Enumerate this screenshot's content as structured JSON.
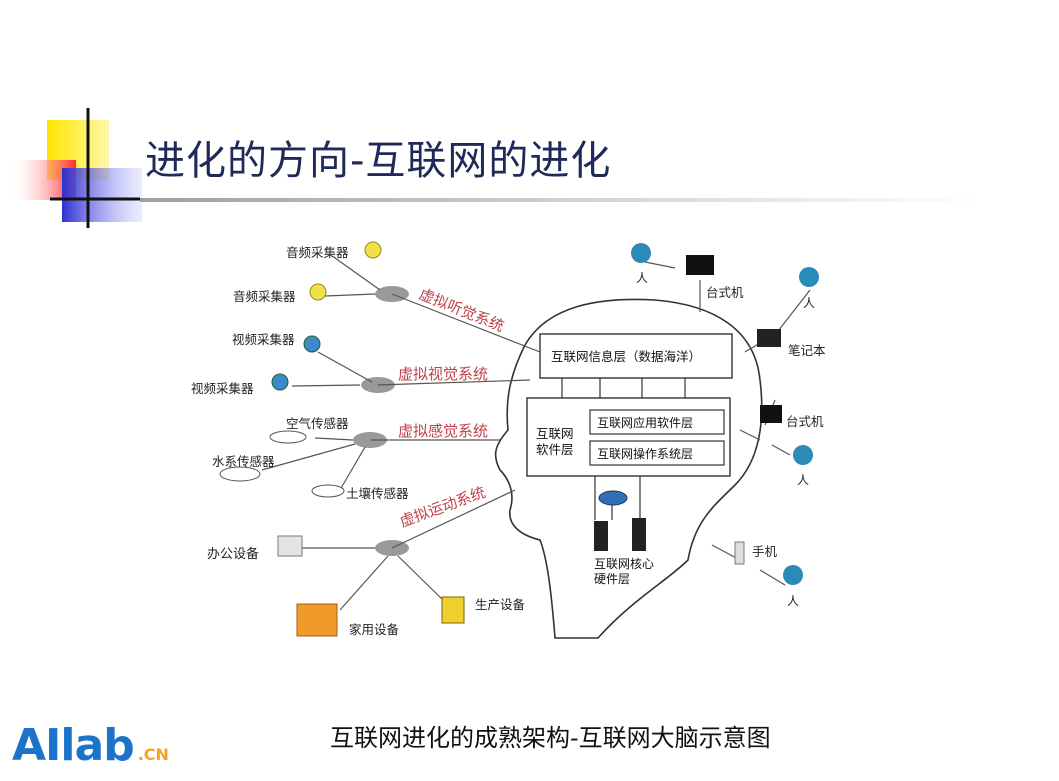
{
  "slide": {
    "title": "进化的方向-互联网的进化",
    "caption": "互联网进化的成熟架构-互联网大脑示意图"
  },
  "logo": {
    "main": "AIlab",
    "suffix": ".CN"
  },
  "diagram": {
    "systems": {
      "hearing": "虚拟听觉系统",
      "vision": "虚拟视觉系统",
      "sensing": "虚拟感觉系统",
      "motion": "虚拟运动系统"
    },
    "devices": {
      "audio1": "音频采集器",
      "audio2": "音频采集器",
      "video1": "视频采集器",
      "video2": "视频采集器",
      "air": "空气传感器",
      "water": "水系传感器",
      "soil": "土壤传感器",
      "office": "办公设备",
      "home": "家用设备",
      "production": "生产设备"
    },
    "brain": {
      "info_layer": "互联网信息层（数据海洋）",
      "software_line1": "互联网",
      "software_line2": "软件层",
      "app_layer": "互联网应用软件层",
      "os_layer": "互联网操作系统层",
      "core_line1": "互联网核心",
      "core_line2": "硬件层"
    },
    "terminals": {
      "desktop1": "台式机",
      "laptop": "笔记本",
      "desktop2": "台式机",
      "phone": "手机",
      "person": "人"
    }
  }
}
